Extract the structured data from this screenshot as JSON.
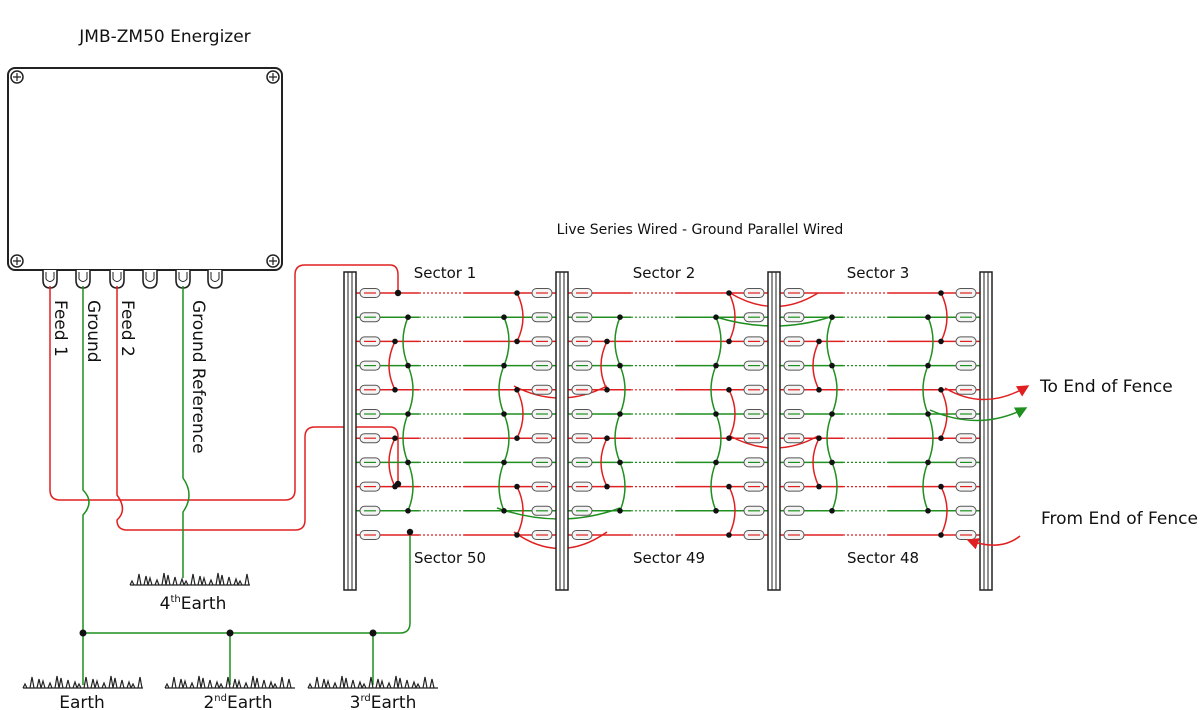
{
  "title": "JMB-ZM50 Energizer",
  "subtitle": "Live Series Wired - Ground Parallel Wired",
  "terminals": {
    "feed1": "Feed 1",
    "ground": "Ground",
    "feed2": "Feed 2",
    "ground_ref": "Ground Reference"
  },
  "sectors_top": [
    "Sector 1",
    "Sector 2",
    "Sector 3"
  ],
  "sectors_bottom": [
    "Sector 50",
    "Sector 49",
    "Sector 48"
  ],
  "arrows": {
    "to_end": "To End of Fence",
    "from_end": "From End of Fence"
  },
  "earths": {
    "earth1": {
      "base": "Earth",
      "sup": ""
    },
    "earth2": {
      "base": "Earth",
      "sup": "nd",
      "num": "2"
    },
    "earth3": {
      "base": "Earth",
      "sup": "rd",
      "num": "3"
    },
    "earth4": {
      "base": "Earth",
      "sup": "th",
      "num": "4"
    }
  },
  "colors": {
    "live": "#e02020",
    "ground": "#1f8f1f",
    "frame": "#222222"
  }
}
